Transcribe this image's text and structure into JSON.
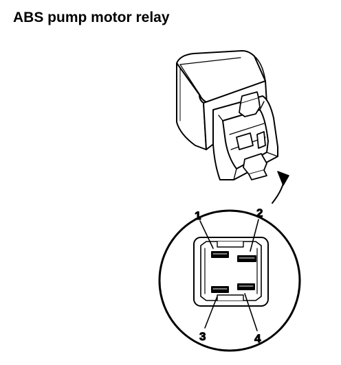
{
  "title": "ABS pump motor relay",
  "pins": [
    {
      "label": "1"
    },
    {
      "label": "2"
    },
    {
      "label": "3"
    },
    {
      "label": "4"
    }
  ],
  "colors": {
    "ink": "#000000",
    "paper": "#ffffff"
  }
}
